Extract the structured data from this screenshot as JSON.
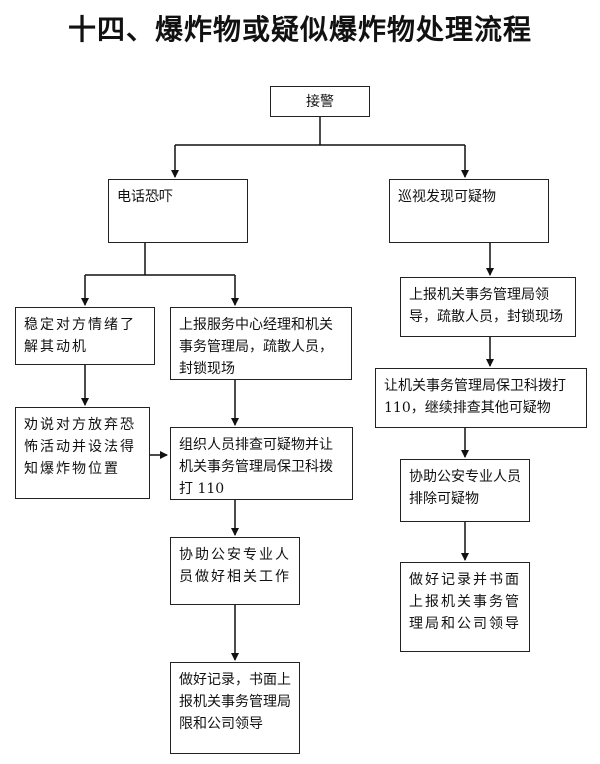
{
  "title": "十四、爆炸物或疑似爆炸物处理流程",
  "nodes": {
    "start": "接警",
    "phone_threat": "电话恐吓",
    "patrol_found": "巡视发现可疑物",
    "stabilize": "稳定对方情绪了解其动机",
    "report_service": "上报服务中心经理和机关事务管理局，疏散人员，封锁现场",
    "persuade": "劝说对方放弃恐怖活动并设法得知爆炸物位置",
    "organize_search": "组织人员排查可疑物并让机关事务管理局保卫科拨打 110",
    "assist_police_left": "协助公安专业人员做好相关工作",
    "record_left": "做好记录，书面上报机关事务管理局限和公司领导",
    "report_bureau": "上报机关事务管理局领导，疏散人员，封锁现场",
    "dial_110": "让机关事务管理局保卫科拨打 110，继续排查其他可疑物",
    "assist_police_right": "协助公安专业人员排除可疑物",
    "record_right": "做好记录并书面上报机关事务管理局和公司领导"
  }
}
